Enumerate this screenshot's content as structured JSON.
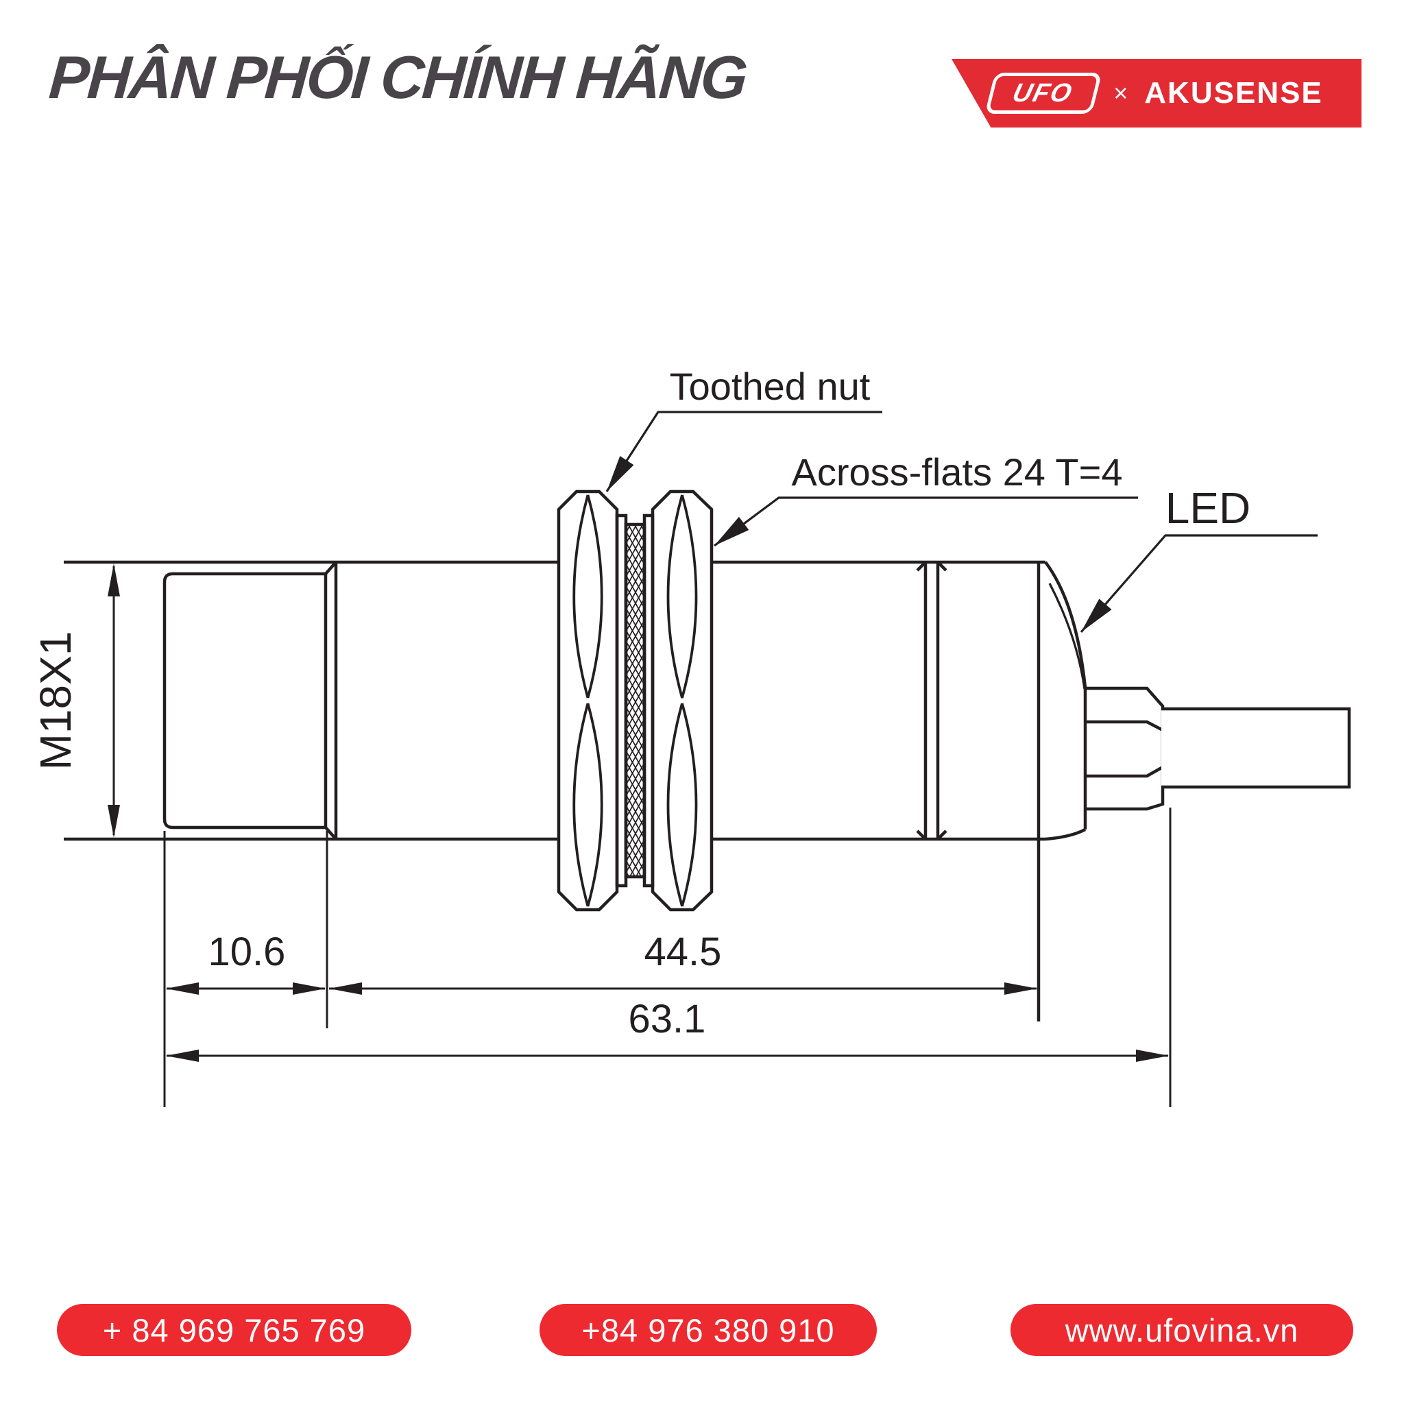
{
  "header": {
    "title": "PHÂN PHỐI CHÍNH HÃNG",
    "logo": {
      "ufo_text": "UFO",
      "separator": "×",
      "partner_text": "AKUSENSE",
      "banner_color": "#e22b33"
    }
  },
  "drawing": {
    "labels": {
      "toothed_nut": "Toothed nut",
      "across_flats": "Across-flats 24  T=4",
      "led": "LED"
    },
    "dimensions": {
      "thread": "M18X1",
      "front_length": "10.6",
      "barrel_length": "44.5",
      "total_length": "63.1"
    },
    "line_color": "#231f20"
  },
  "footer": {
    "badge_color": "#ee2a31",
    "badges": [
      {
        "label": "+ 84 969 765 769"
      },
      {
        "label": "+84 976 380 910"
      },
      {
        "label": "www.ufovina.vn"
      }
    ]
  }
}
